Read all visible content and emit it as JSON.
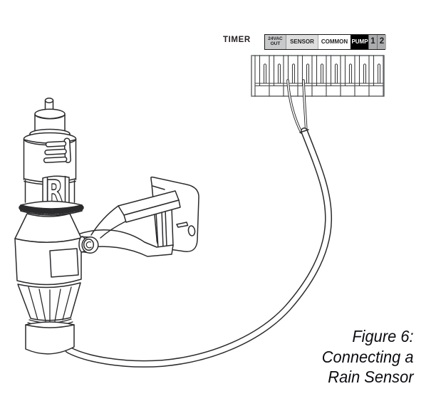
{
  "colors": {
    "line": "#2b2b2e",
    "label_bar_border": "#1a1a1a",
    "block_outer_border": "#8b8d8f",
    "block_inner_lines": "#3f3f41",
    "caption_text": "#0b0b12"
  },
  "timer": {
    "label": "TIMER",
    "terminal_count": 9,
    "terminals": [
      {
        "label": "24VAC OUT",
        "bg": "#c8c9cb",
        "fg": "#231f20",
        "width": 29,
        "font": 6.5
      },
      {
        "label": "SENSOR",
        "bg": "#dededf",
        "fg": "#231f20",
        "width": 45,
        "font": 8
      },
      {
        "label": "COMMON",
        "bg": "#ffffff",
        "fg": "#231f20",
        "width": 46,
        "font": 8
      },
      {
        "label": "PUMP",
        "bg": "#000000",
        "fg": "#ffffff",
        "width": 25,
        "font": 8
      },
      {
        "label": "1",
        "bg": "#aaacae",
        "fg": "#1a1a1a",
        "width": 12,
        "font": 11.5
      },
      {
        "label": "2",
        "bg": "#aaacae",
        "fg": "#1a1a1a",
        "width": 13,
        "font": 11.5
      }
    ]
  },
  "sensor": {
    "logo_letter": "R"
  },
  "caption": {
    "lines": [
      "Figure 6:",
      "Connecting a",
      "Rain Sensor"
    ]
  }
}
